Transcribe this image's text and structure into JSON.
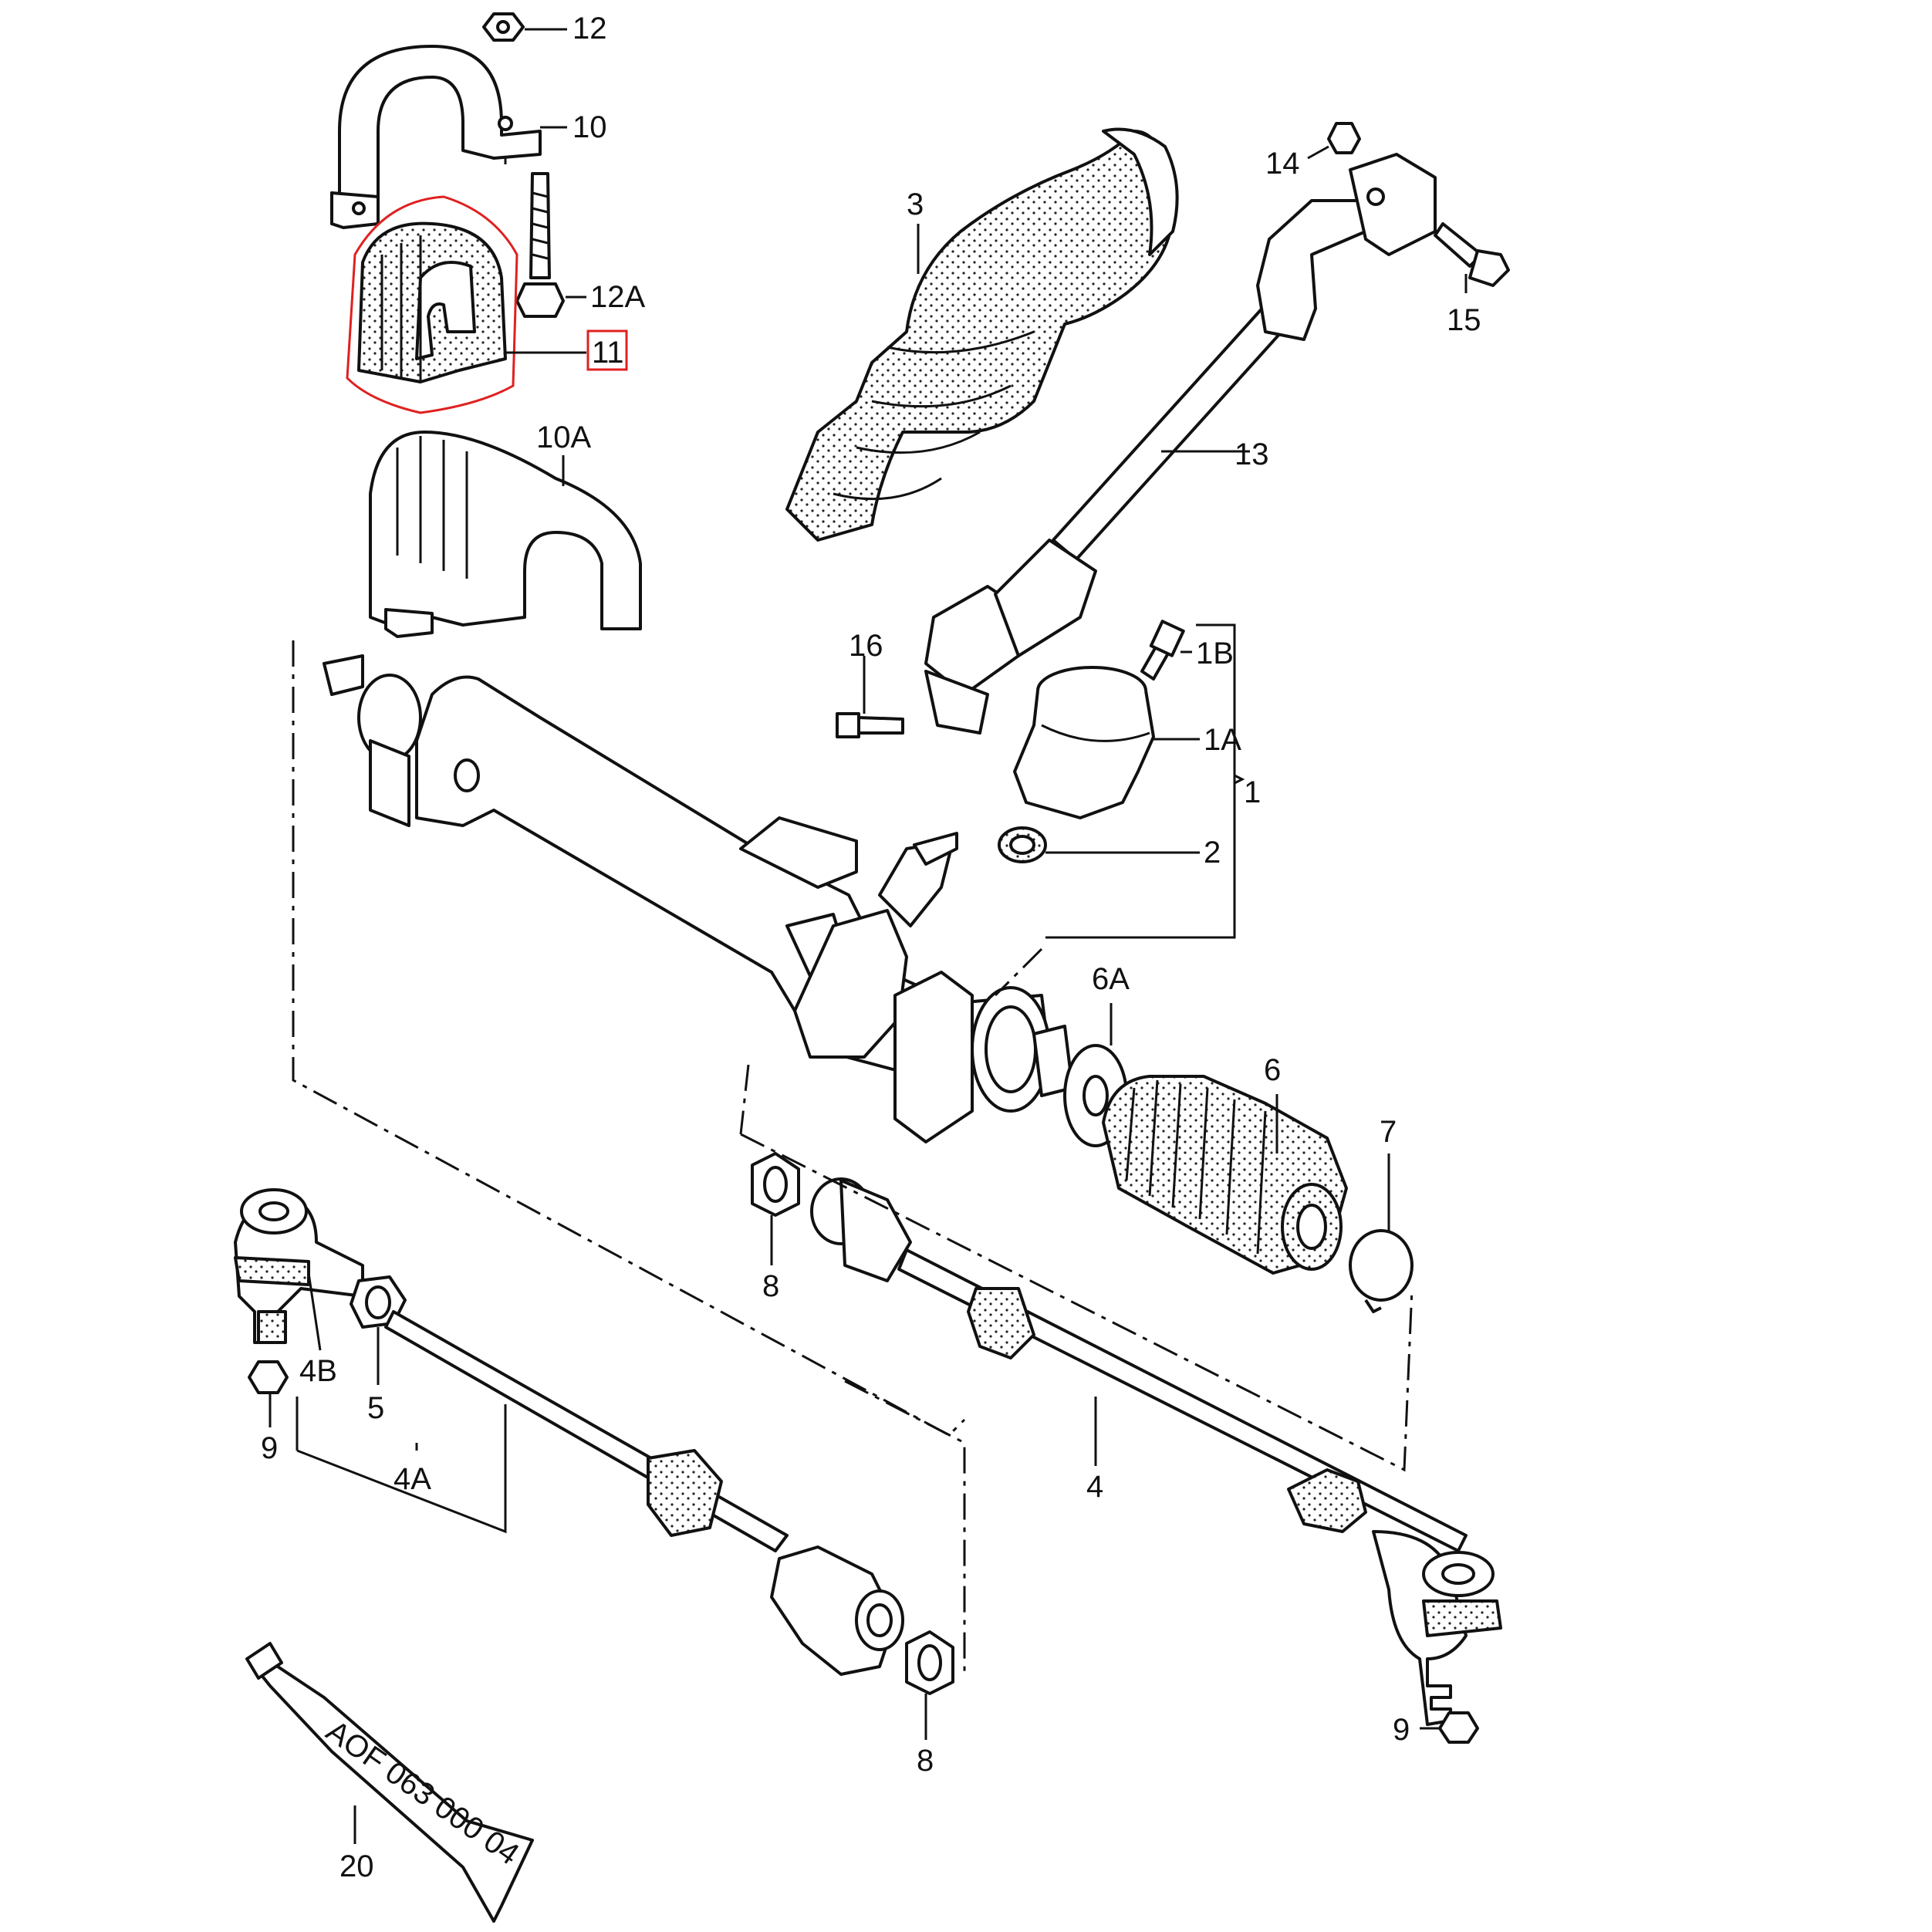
{
  "highlight_color": "#e02020",
  "labels": {
    "p12": "12",
    "p10": "10",
    "p12a": "12A",
    "p11": "11",
    "p10a": "10A",
    "p3": "3",
    "p14": "14",
    "p15": "15",
    "p13": "13",
    "p16": "16",
    "p1b": "1B",
    "p1a": "1A",
    "p1": "1",
    "p2": "2",
    "p6a": "6A",
    "p6": "6",
    "p7": "7",
    "p8_top": "8",
    "p8_bottom": "8",
    "p4b": "4B",
    "p5": "5",
    "p9_left": "9",
    "p4a": "4A",
    "p4": "4",
    "p9_right": "9",
    "p20": "20"
  },
  "tube_text": "AOF 063 000 04",
  "highlighted_part": "11"
}
